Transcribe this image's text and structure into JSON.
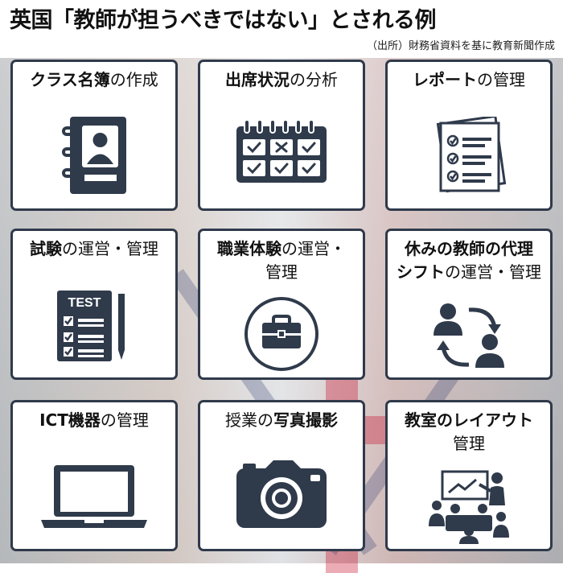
{
  "header": {
    "title": "英国「教師が担うべきではない」とされる例",
    "source": "（出所）財務省資料を基に教育新聞作成"
  },
  "cards": [
    {
      "bold": "クラス名簿",
      "rest": "の作成",
      "icon": "address-book-icon"
    },
    {
      "bold": "出席状況",
      "rest": "の分析",
      "icon": "attendance-calendar-icon"
    },
    {
      "bold": "レポート",
      "rest": "の管理",
      "icon": "report-checklist-icon"
    },
    {
      "bold": "試験",
      "rest": "の運営・管理",
      "icon": "test-paper-icon"
    },
    {
      "bold": "職業体験",
      "rest1": "の運営・",
      "line2": "管理",
      "icon": "briefcase-icon"
    },
    {
      "bold_line1": "休みの教師の代理",
      "bold2": "シフト",
      "rest2": "の運営・管理",
      "icon": "substitute-swap-icon"
    },
    {
      "bold": "ICT機器",
      "rest": "の管理",
      "icon": "laptop-icon"
    },
    {
      "rest": "授業の",
      "bold": "写真撮影",
      "icon": "camera-icon"
    },
    {
      "bold": "教室のレイアウト",
      "line2": "管理",
      "icon": "classroom-meeting-icon"
    }
  ],
  "icons": {
    "test_text": "TEST"
  },
  "colors": {
    "icon": "#2f3a4b",
    "card_border": "#2f3a4b",
    "flag_red": "#c8102e"
  }
}
